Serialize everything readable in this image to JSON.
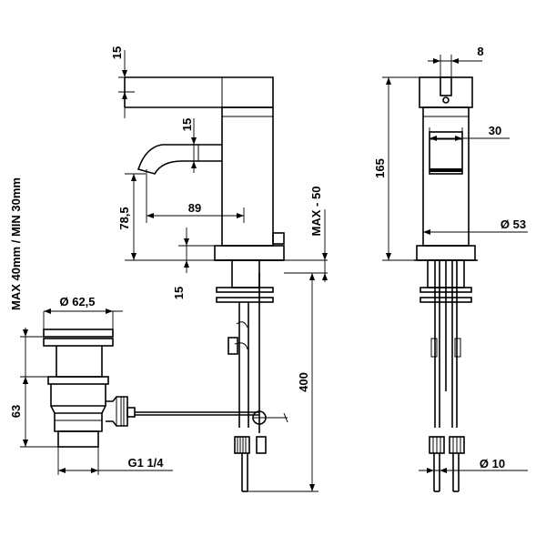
{
  "dimensions": {
    "spout_thickness": "15",
    "handle_width": "8",
    "outlet_drop": "15",
    "handle_slot": "30",
    "body_height": "165",
    "spout_height": "78,5",
    "spout_reach": "89",
    "deck_max": "MAX - 50",
    "body_diameter": "Ø 53",
    "base_thickness": "15",
    "waste_head_diameter": "Ø 62,5",
    "basin_thickness": "MAX 40mm / MIN 30mm",
    "waste_height": "63",
    "hose_length": "400",
    "waste_thread": "G1 1/4",
    "hose_diameter": "Ø 10"
  }
}
